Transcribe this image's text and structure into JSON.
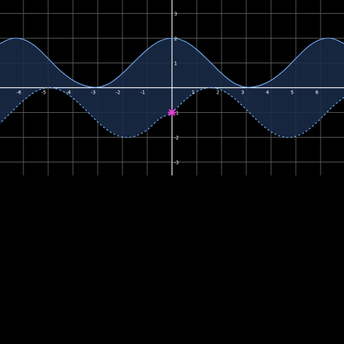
{
  "chart_data": {
    "type": "area",
    "title": "",
    "xlabel": "",
    "ylabel": "",
    "xlim": [
      -6.9,
      6.9
    ],
    "ylim": [
      -3.5,
      3.5
    ],
    "grid": true,
    "x_ticks": [
      "-6",
      "-5",
      "-4",
      "-3",
      "-2",
      "-1",
      "1",
      "2",
      "3",
      "4",
      "5",
      "6"
    ],
    "y_ticks": [
      "3",
      "2",
      "1",
      "-1",
      "-2",
      "-3"
    ],
    "series": [
      {
        "style": "solid",
        "x": [
          -7,
          -6.5,
          -6,
          -5.5,
          -5,
          -4.5,
          -4,
          -3.5,
          -3,
          -2.5,
          -2,
          -1.5,
          -1,
          -0.5,
          0,
          0.5,
          1,
          1.5,
          2,
          2.5,
          3,
          3.5,
          4,
          4.5,
          5,
          5.5,
          6,
          6.5,
          7
        ],
        "y": [
          1.75,
          1.98,
          1.95,
          1.66,
          1.18,
          0.68,
          0.3,
          0.08,
          0.02,
          0.19,
          0.58,
          1.07,
          1.54,
          1.88,
          2.0,
          1.88,
          1.54,
          1.07,
          0.58,
          0.19,
          0.02,
          0.08,
          0.3,
          0.68,
          1.18,
          1.66,
          1.95,
          1.98,
          1.75
        ]
      },
      {
        "style": "dashed",
        "x": [
          -7,
          -6.5,
          -6,
          -5.5,
          -5,
          -4.5,
          -4,
          -3.5,
          -3,
          -2.5,
          -2,
          -1.5,
          -1,
          -0.5,
          0,
          0.5,
          1,
          1.5,
          2,
          2.5,
          3,
          3.5,
          4,
          4.5,
          5,
          5.5,
          6,
          6.5,
          7
        ],
        "y": [
          -1.49,
          -1.0,
          -0.52,
          -0.15,
          0.0,
          -0.1,
          -0.42,
          -0.88,
          -1.38,
          -1.78,
          -1.99,
          -1.96,
          -1.7,
          -1.25,
          -1.0,
          -0.52,
          -0.15,
          0.0,
          -0.1,
          -0.42,
          -0.88,
          -1.38,
          -1.78,
          -1.99,
          -1.96,
          -1.7,
          -1.25,
          -0.75,
          -0.34
        ]
      }
    ],
    "fill_between": true,
    "marker": {
      "x": 0,
      "y": -1,
      "color": "#e83fd6"
    },
    "colors": {
      "background": "#000000",
      "grid": "#5a5a5a",
      "axis": "#ffffff",
      "curve": "#6fa3e6",
      "fill": "#1a2d4a"
    }
  }
}
